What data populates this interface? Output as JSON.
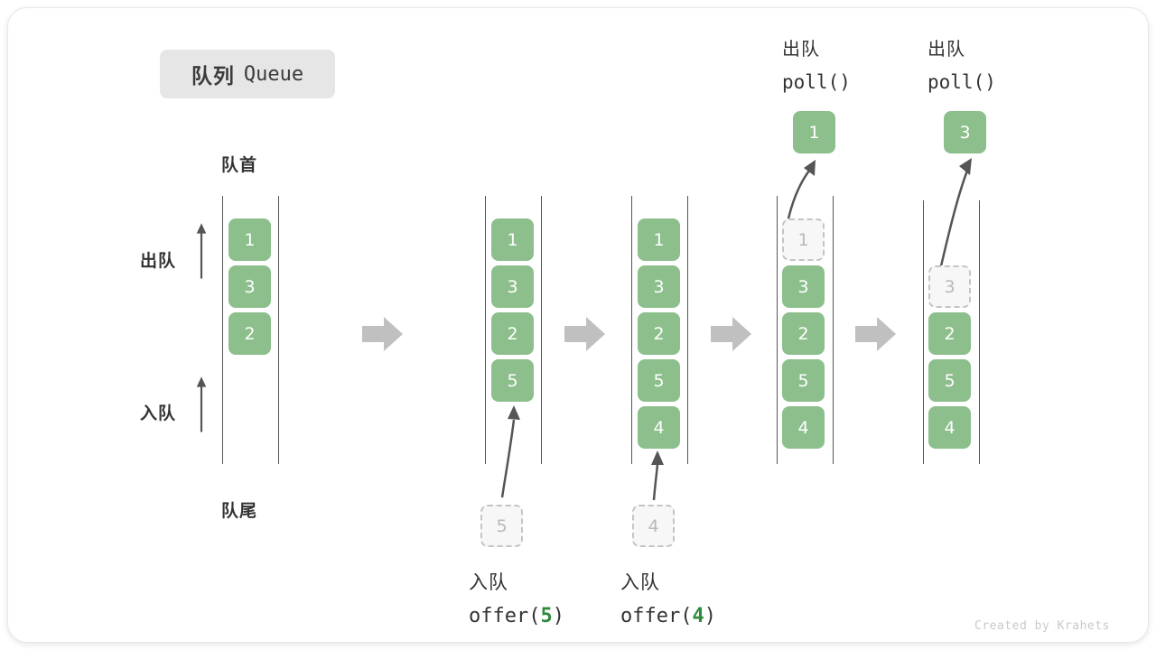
{
  "title": {
    "cn": "队列",
    "en": "Queue"
  },
  "labels": {
    "front": "队首",
    "rear": "队尾",
    "dequeue": "出队",
    "enqueue": "入队"
  },
  "credit": "Created by Krahets",
  "colors": {
    "node_fill": "#8cbf8c",
    "node_text": "#ffffff",
    "ghost_fill": "#f7f7f7",
    "ghost_border": "#c4c4c4",
    "ghost_text": "#b9b9b9",
    "rail": "#555555",
    "chevron": "#c0c0c0",
    "accent_green": "#2e8b3d",
    "badge_bg": "#e6e6e6",
    "text": "#333333"
  },
  "steps": [
    {
      "id": "initial",
      "items": [
        "1",
        "3",
        "2"
      ],
      "ghost": null,
      "head_label": null,
      "floating": null,
      "foot_label": null
    },
    {
      "id": "offer-5",
      "items": [
        "1",
        "3",
        "2",
        "5"
      ],
      "ghost": {
        "value": "5",
        "position": "below"
      },
      "head_label": null,
      "floating": null,
      "foot_label": {
        "line1": "入队",
        "fn": "offer(",
        "arg": "5",
        "close": ")"
      }
    },
    {
      "id": "offer-4",
      "items": [
        "1",
        "3",
        "2",
        "5",
        "4"
      ],
      "ghost": {
        "value": "4",
        "position": "below"
      },
      "head_label": null,
      "floating": null,
      "foot_label": {
        "line1": "入队",
        "fn": "offer(",
        "arg": "4",
        "close": ")"
      }
    },
    {
      "id": "poll-1",
      "items": [
        "3",
        "2",
        "5",
        "4"
      ],
      "ghost": {
        "value": "1",
        "position": "top"
      },
      "head_label": {
        "line1": "出队",
        "line2": "poll()"
      },
      "floating": {
        "value": "1"
      },
      "foot_label": null
    },
    {
      "id": "poll-3",
      "items": [
        "2",
        "5",
        "4"
      ],
      "ghost": {
        "value": "3",
        "position": "top"
      },
      "head_label": {
        "line1": "出队",
        "line2": "poll()"
      },
      "floating": {
        "value": "3"
      },
      "foot_label": null
    }
  ],
  "chevrons": [
    "step-arrow-1",
    "step-arrow-2",
    "step-arrow-3",
    "step-arrow-4"
  ]
}
